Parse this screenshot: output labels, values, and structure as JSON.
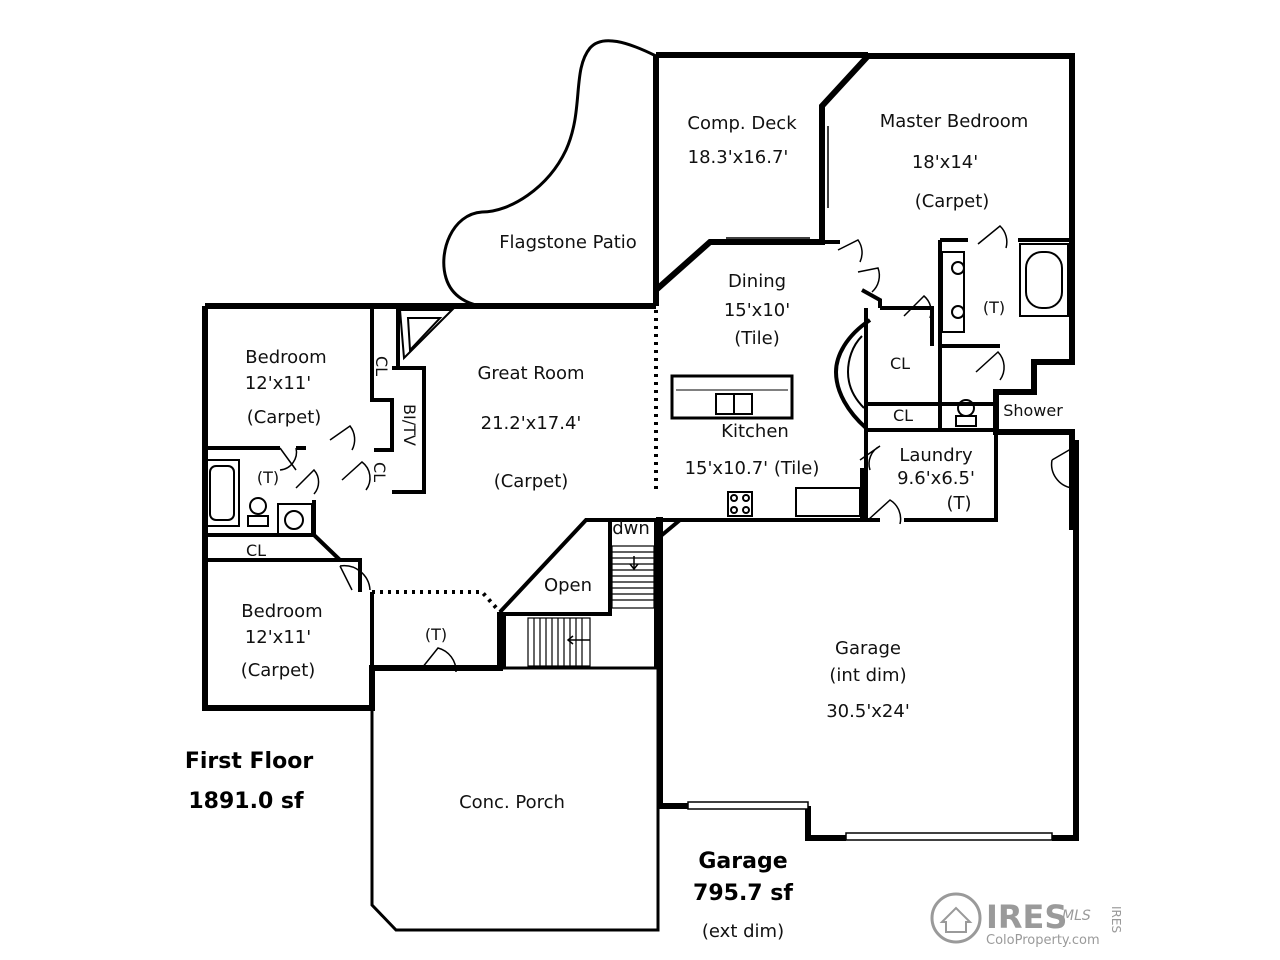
{
  "rooms": {
    "comp_deck": {
      "name": "Comp. Deck",
      "dims": "18.3'x16.7'"
    },
    "master_bedroom": {
      "name": "Master Bedroom",
      "dims": "18'x14'",
      "floor": "(Carpet)"
    },
    "flagstone_patio": {
      "name": "Flagstone Patio"
    },
    "dining": {
      "name": "Dining",
      "dims": "15'x10'",
      "floor": "(Tile)"
    },
    "great_room": {
      "name": "Great Room",
      "dims": "21.2'x17.4'",
      "floor": "(Carpet)"
    },
    "bedroom_1": {
      "name": "Bedroom",
      "dims": "12'x11'",
      "floor": "(Carpet)"
    },
    "bedroom_2": {
      "name": "Bedroom",
      "dims": "12'x11'",
      "floor": "(Carpet)"
    },
    "kitchen": {
      "name": "Kitchen",
      "dims": "15'x10.7' (Tile)"
    },
    "laundry": {
      "name": "Laundry",
      "dims": "9.6'x6.5'",
      "floor": "(T)"
    },
    "garage": {
      "name": "Garage",
      "sub": "(int dim)",
      "dims": "30.5'x24'"
    },
    "conc_porch": {
      "name": "Conc. Porch"
    },
    "open": {
      "name": "Open"
    }
  },
  "small_labels": {
    "cl": "CL",
    "bi_tv": "BI/TV",
    "t": "(T)",
    "shower": "Shower",
    "dwn": "dwn"
  },
  "summary": {
    "first_floor_title": "First Floor",
    "first_floor_area": "1891.0 sf",
    "garage_title": "Garage",
    "garage_area": "795.7 sf",
    "garage_note": "(ext dim)"
  },
  "watermark": {
    "brand": "IRES",
    "mls": "MLS",
    "site": "ColoProperty.com",
    "side": "IRES"
  }
}
